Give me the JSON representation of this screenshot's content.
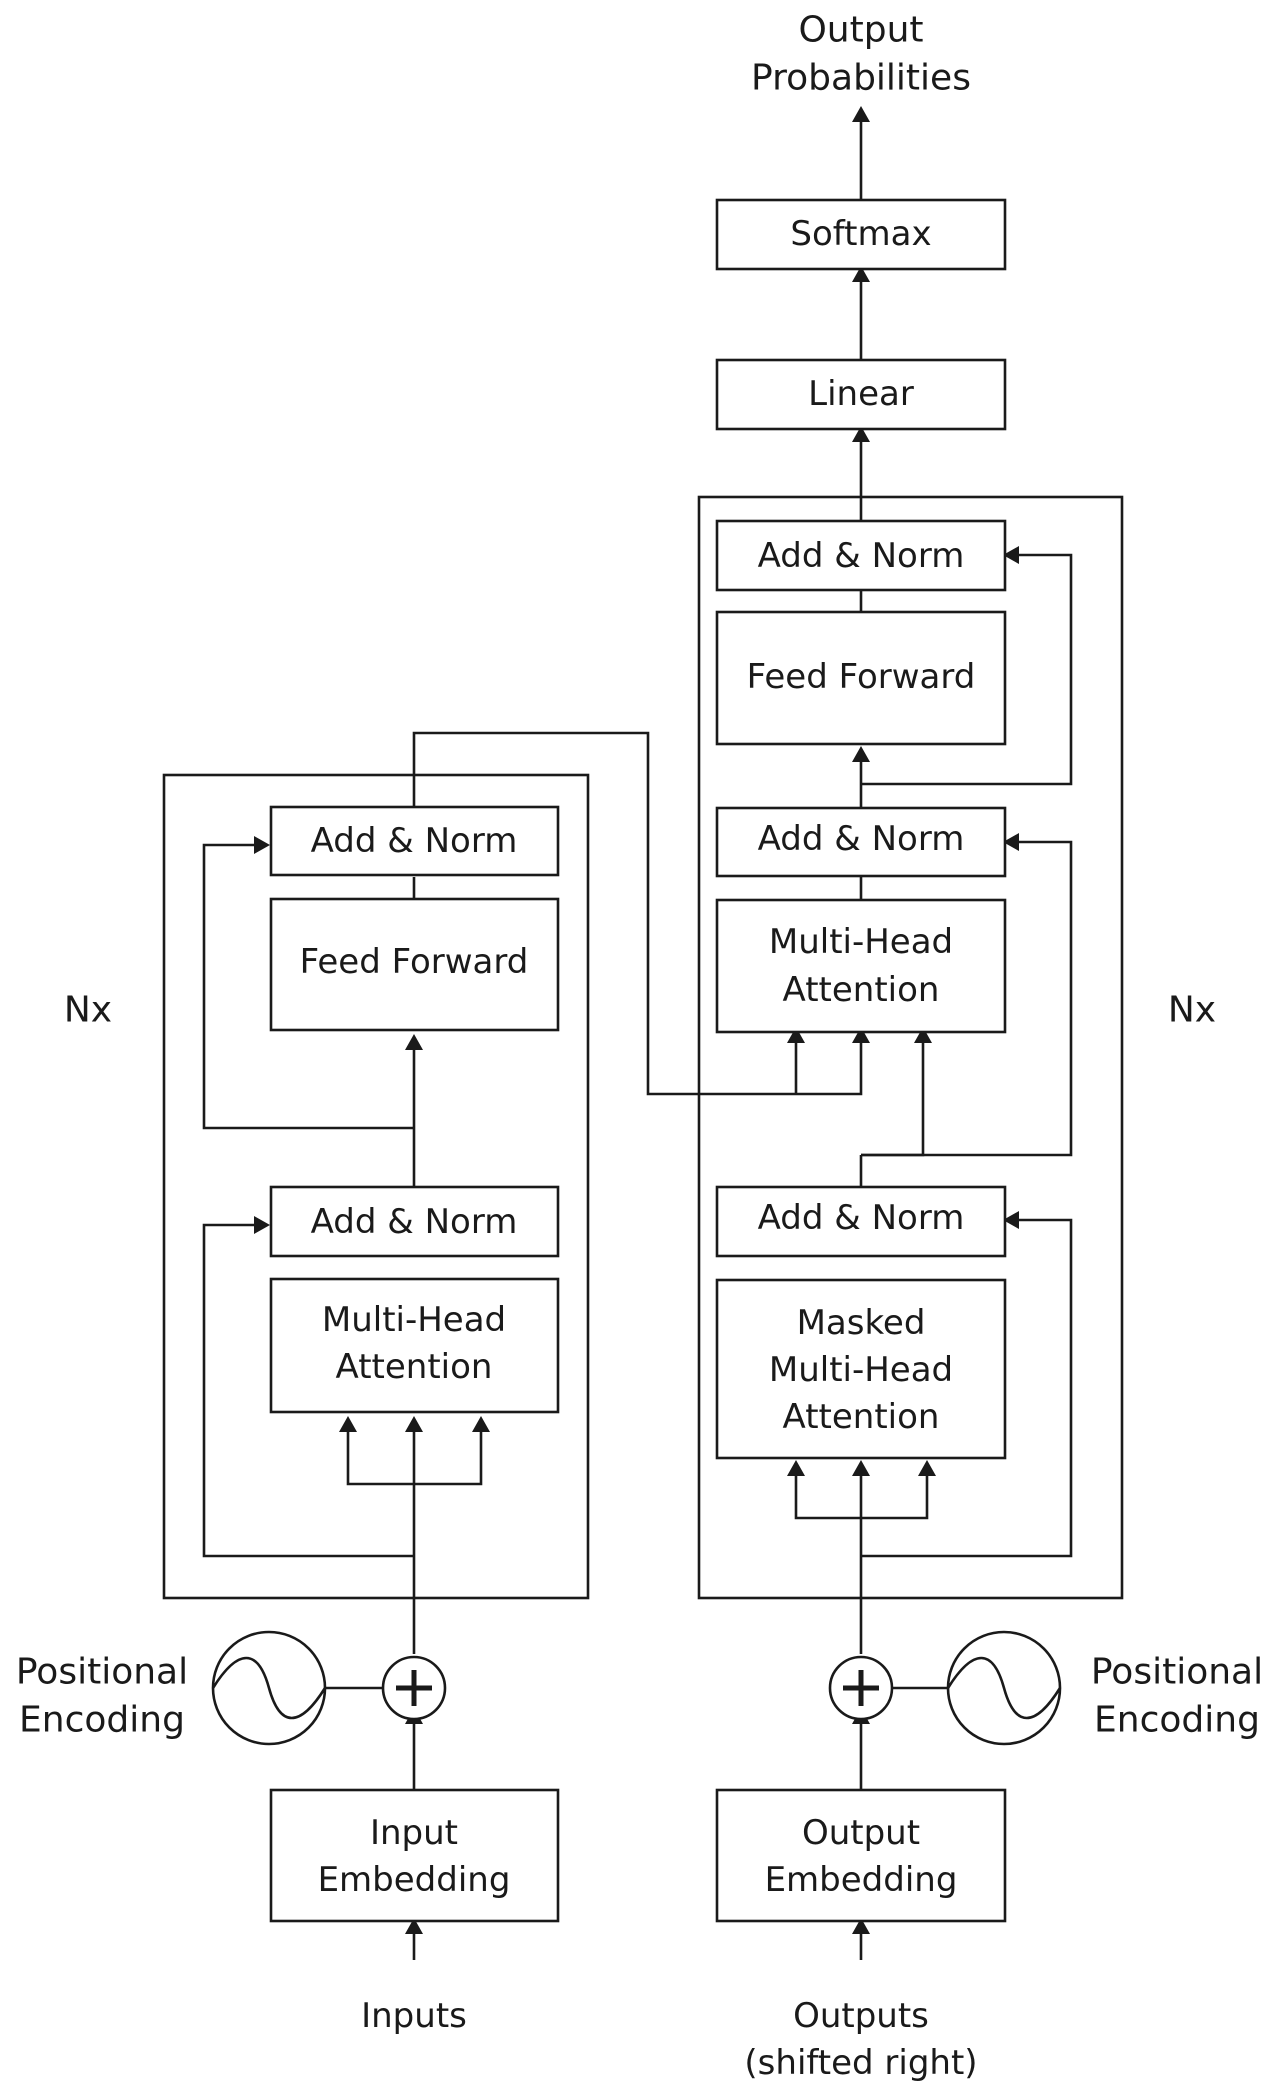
{
  "outputs_top": [
    "Output",
    "Probabilities"
  ],
  "softmax": "Softmax",
  "linear": "Linear",
  "encoder": {
    "repeat": "Nx",
    "add_norm_1": "Add & Norm",
    "feed_forward": "Feed Forward",
    "add_norm_2": "Add & Norm",
    "attention": [
      "Multi-Head",
      "Attention"
    ],
    "positional_encoding": [
      "Positional",
      "Encoding"
    ],
    "embedding": [
      "Input",
      "Embedding"
    ],
    "input": "Inputs"
  },
  "decoder": {
    "repeat": "Nx",
    "add_norm_top": "Add & Norm",
    "feed_forward": "Feed Forward",
    "add_norm_mid": "Add & Norm",
    "cross_attention": [
      "Multi-Head",
      "Attention"
    ],
    "add_norm_bottom": "Add & Norm",
    "masked_attention": [
      "Masked",
      "Multi-Head",
      "Attention"
    ],
    "positional_encoding": [
      "Positional",
      "Encoding"
    ],
    "embedding": [
      "Output",
      "Embedding"
    ],
    "input": [
      "Outputs",
      "(shifted right)"
    ]
  }
}
